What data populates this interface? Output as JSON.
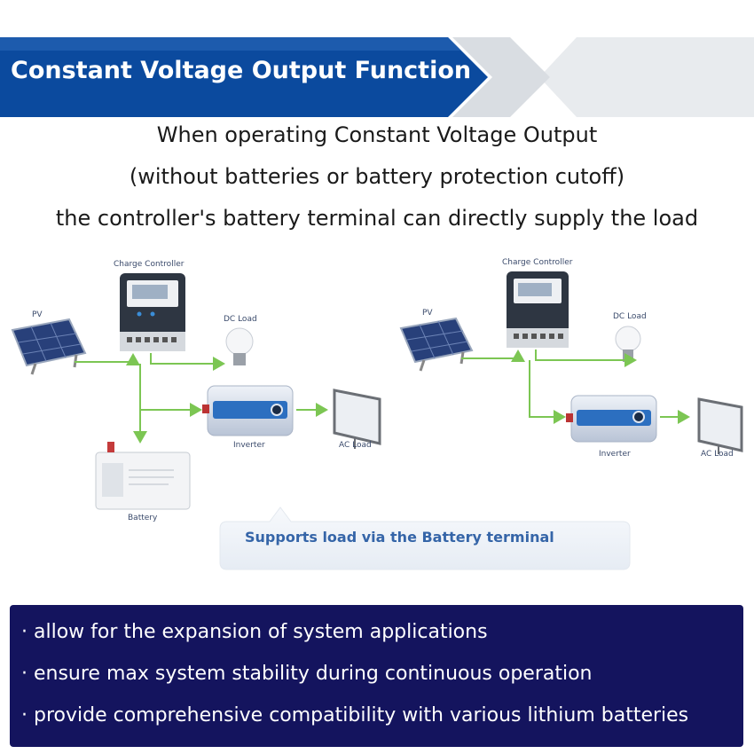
{
  "header": {
    "title": "Constant Voltage Output Function",
    "colors": {
      "banner": "#0b4a9e",
      "chevron": "#d9dde2"
    }
  },
  "intro": {
    "line1": "When operating Constant Voltage Output",
    "line2": "(without batteries or battery protection cutoff)",
    "line3": "the controller's battery terminal can directly supply the load"
  },
  "diagrams": {
    "left": {
      "charge_controller": "Charge Controller",
      "pv": "PV",
      "dc_load": "DC Load",
      "inverter": "Inverter",
      "ac_load": "AC Load",
      "battery": "Battery"
    },
    "right": {
      "charge_controller": "Charge Controller",
      "pv": "PV",
      "dc_load": "DC Load",
      "inverter": "Inverter",
      "ac_load": "AC Load"
    },
    "colors": {
      "arrow": "#7cc653",
      "label": "#3a4a6b"
    }
  },
  "callout": {
    "text": "Supports load via the Battery terminal"
  },
  "features": {
    "items": [
      "· allow for the expansion of system applications",
      "· ensure max system stability during continuous operation",
      "· provide comprehensive compatibility with various lithium batteries"
    ],
    "colors": {
      "background": "#14145e",
      "text": "#ffffff"
    }
  }
}
